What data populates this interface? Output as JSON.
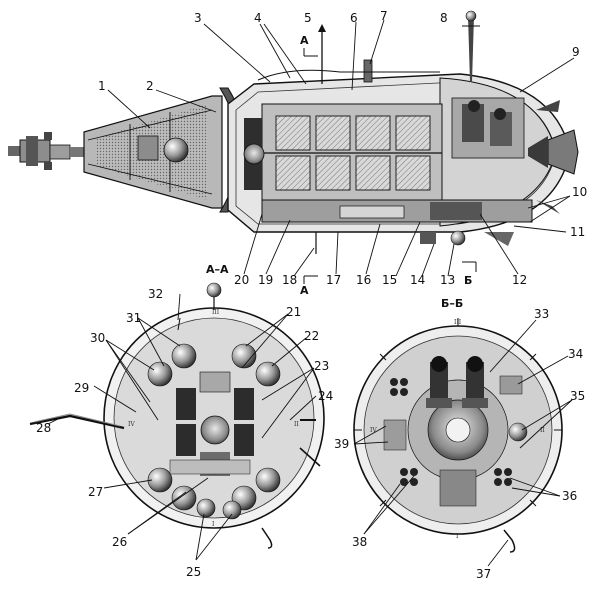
{
  "figure": {
    "section_aa_label": "А–А",
    "section_bb_label": "Б–Б",
    "cut_marks": {
      "a_top": "А",
      "a_bottom": "А",
      "b_bottom": "Б"
    },
    "orientation_marks": {
      "left_i": "I",
      "left_ii": "II",
      "left_iii": "III",
      "left_iv": "IV",
      "right_i": "I",
      "right_ii": "II",
      "right_iii": "III",
      "right_iv": "IV"
    },
    "callouts": [
      "1",
      "2",
      "3",
      "4",
      "5",
      "6",
      "7",
      "8",
      "9",
      "10",
      "11",
      "12",
      "13",
      "14",
      "15",
      "16",
      "17",
      "18",
      "19",
      "20",
      "21",
      "22",
      "23",
      "24",
      "25",
      "26",
      "27",
      "28",
      "29",
      "30",
      "31",
      "32",
      "33",
      "34",
      "35",
      "36",
      "37",
      "38",
      "39"
    ]
  }
}
